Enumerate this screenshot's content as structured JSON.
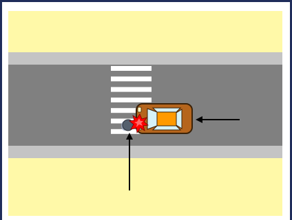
{
  "scene": {
    "colors": {
      "frame_border": "#1f2d5a",
      "sidewalk": "#fff9a8",
      "curb": "#c4c4c4",
      "road": "#808080",
      "crosswalk_stripe": "#ffffff",
      "car_body": "#b5651d",
      "car_body_outline": "#3b2208",
      "car_windows": "#d6f2f7",
      "car_roof": "#ff9a00",
      "collision_burst": "#ff0000",
      "pedestrian": "#55606e",
      "arrow": "#000000"
    },
    "elements": {
      "crosswalk_stripe_count": 7,
      "vehicle_icon": "car-topdown-icon",
      "impact_icon": "collision-burst-icon",
      "pedestrian_icon": "pedestrian-topdown-icon",
      "vehicle_direction": "westbound",
      "pedestrian_direction": "northbound"
    }
  }
}
